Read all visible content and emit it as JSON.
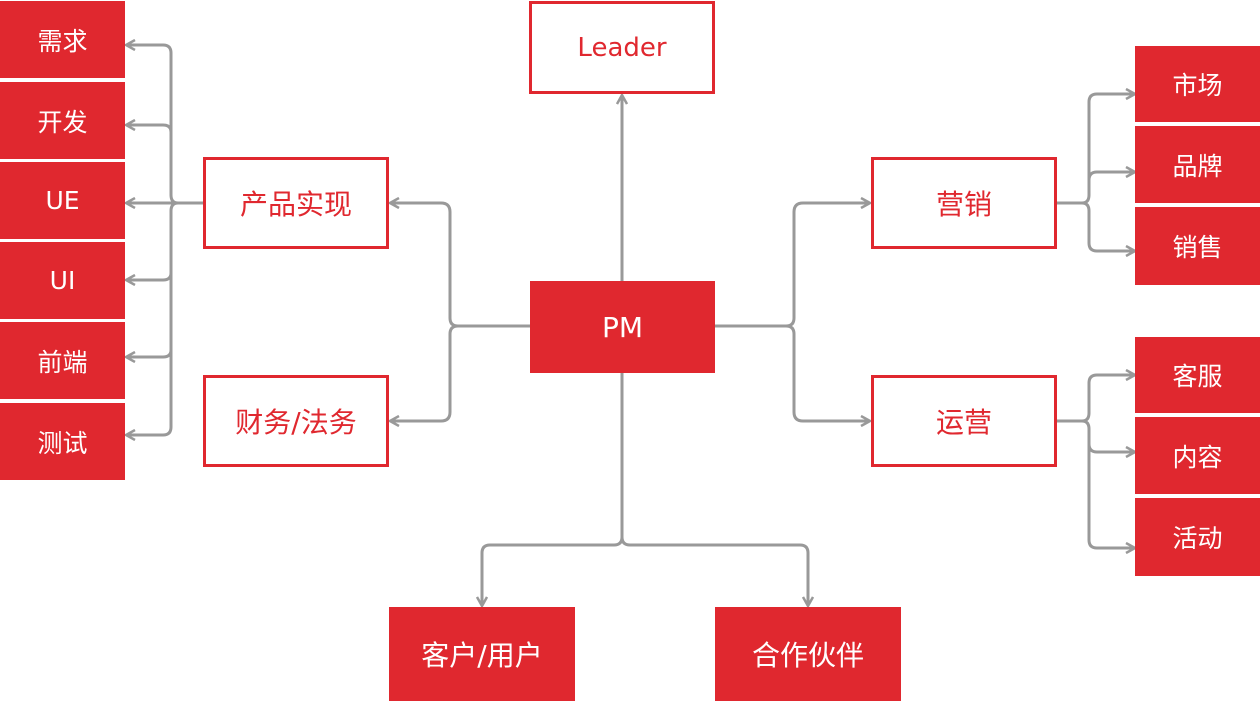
{
  "diagram": {
    "title": "PM relationship map",
    "colors": {
      "accent": "#e0282f",
      "connector": "#999999",
      "text_on_accent": "#ffffff"
    },
    "center": {
      "label": "PM"
    },
    "top": {
      "label": "Leader"
    },
    "left": {
      "product": {
        "label": "产品实现",
        "children": [
          "需求",
          "开发",
          "UE",
          "UI",
          "前端",
          "测试"
        ]
      },
      "finance_legal": {
        "label": "财务/法务"
      }
    },
    "right": {
      "marketing": {
        "label": "营销",
        "children": [
          "市场",
          "品牌",
          "销售"
        ]
      },
      "operations": {
        "label": "运营",
        "children": [
          "客服",
          "内容",
          "活动"
        ]
      }
    },
    "bottom": {
      "customers": {
        "label": "客户/用户"
      },
      "partners": {
        "label": "合作伙伴"
      }
    }
  }
}
